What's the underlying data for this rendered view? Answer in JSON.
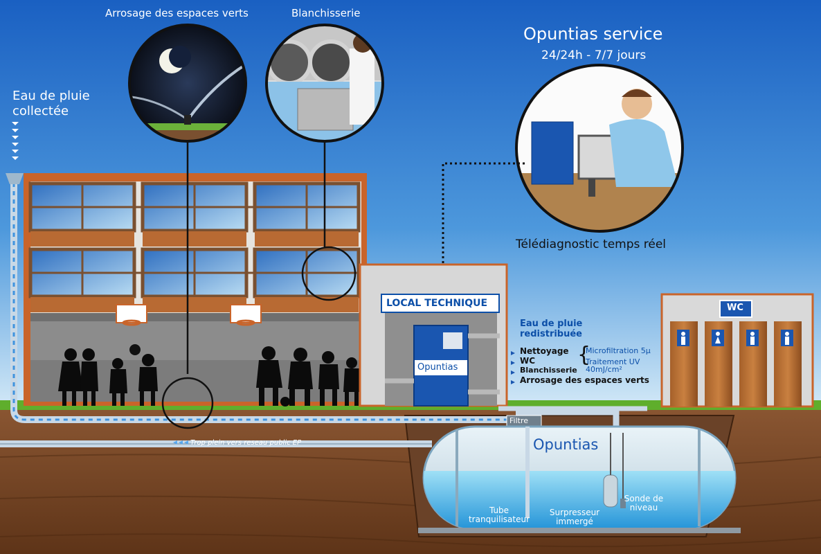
{
  "header": {
    "label_irrigation": "Arrosage des espaces verts",
    "label_laundry": "Blanchisserie",
    "label_rainwater": "Eau de pluie collectée",
    "service_title": "Opuntias service",
    "service_hours": "24/24h - 7/7 jours",
    "telediag": "Télédiagnostic temps réel"
  },
  "building": {
    "local_technique": "LOCAL TECHNIQUE",
    "unit_brand": "Opuntias",
    "wc": "WC"
  },
  "redistribution": {
    "title": "Eau de pluie redistribuée",
    "uses": [
      "Nettoyage",
      "WC",
      "Blanchisserie",
      "Arrosage des espaces verts"
    ],
    "treatments": [
      "Microfiltration 5µ",
      "Traitement UV",
      "40mJ/cm²"
    ]
  },
  "underground": {
    "filter": "Filtre",
    "overflow": "Trop plein vers reseau public EP",
    "tank_brand": "Opuntias",
    "tube": "Tube tranquilisateur",
    "pump": "Surpresseur immergé",
    "probe": "Sonde de niveau"
  },
  "colors": {
    "sky_top": "#1a63c4",
    "sky_bottom": "#cfe6f7",
    "ground": "#7a4a28",
    "grass": "#5fae2c",
    "brick": "#c9642a",
    "brand_blue": "#1a56b0"
  }
}
